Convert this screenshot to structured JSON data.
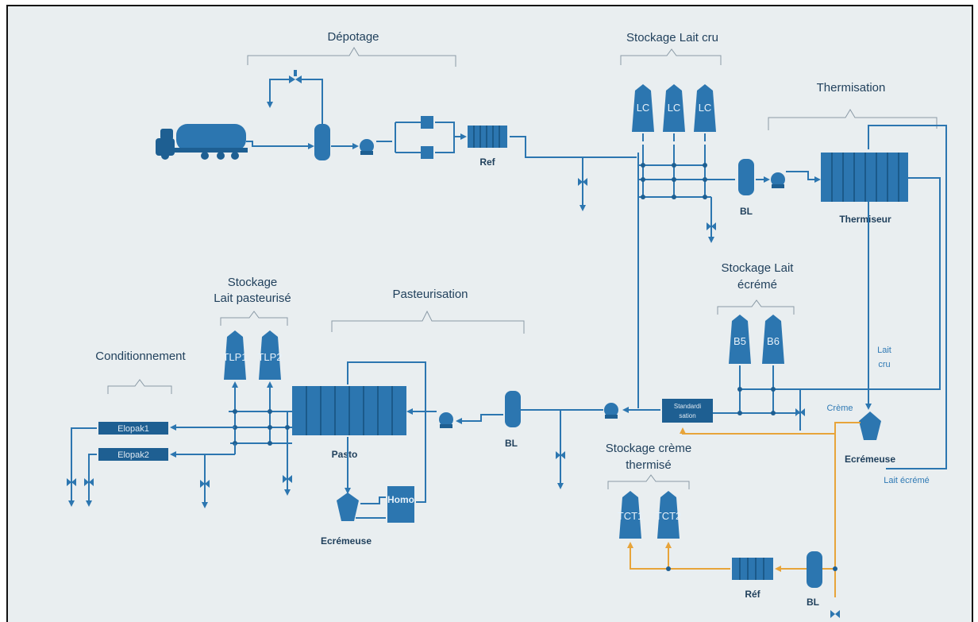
{
  "sections": {
    "depotage": "Dépotage",
    "stockage_lait_cru": "Stockage Lait cru",
    "thermisation": "Thermisation",
    "stockage_lait_pasteurise_l1": "Stockage",
    "stockage_lait_pasteurise_l2": "Lait pasteurisé",
    "pasteurisation": "Pasteurisation",
    "conditionnement": "Conditionnement",
    "stockage_lait_ecreme_l1": "Stockage Lait",
    "stockage_lait_ecreme_l2": "écrémé",
    "stockage_creme_thermise_l1": "Stockage crème",
    "stockage_creme_thermise_l2": "thermisé"
  },
  "equipment": {
    "ref_top": "Ref",
    "bl_top": "BL",
    "thermiseur": "Thermiseur",
    "bl_mid": "BL",
    "pasto": "Pasto",
    "homo": "Homo",
    "ecremeuse_left": "Ecrémeuse",
    "ecremeuse_right": "Ecrémeuse",
    "standardisation_l1": "Standardi",
    "standardisation_l2": "sation",
    "ref_bottom": "Réf",
    "bl_bottom": "BL",
    "elopak1": "Elopak1",
    "elopak2": "Elopak2"
  },
  "tanks": {
    "lc1": "LC",
    "lc2": "LC",
    "lc3": "LC",
    "b5": "B5",
    "b6": "B6",
    "tlp1": "TLP1",
    "tlp2": "TLP2",
    "tct1": "TCT1",
    "tct2": "TCT2"
  },
  "flow_labels": {
    "lait_cru_l1": "Lait",
    "lait_cru_l2": "cru",
    "creme": "Crème",
    "lait_ecreme": "Lait écrémé"
  },
  "colors": {
    "equipment_blue": "#2c76b0",
    "cream_line_orange": "#e7a43a",
    "background": "#e9eef0"
  }
}
